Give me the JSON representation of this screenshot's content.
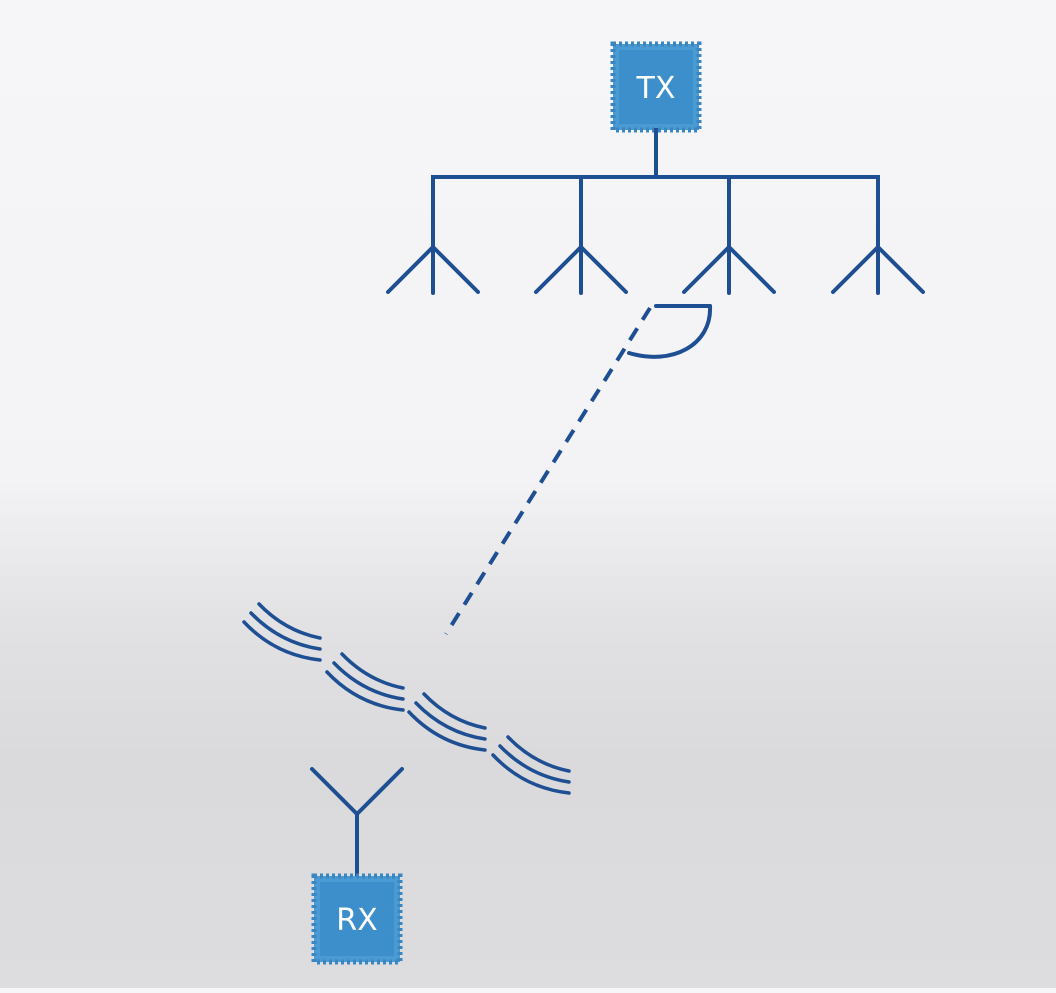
{
  "diagram": {
    "transmitter": {
      "label": "TX",
      "icon": "chip-icon"
    },
    "receiver": {
      "label": "RX",
      "icon": "chip-icon"
    },
    "tx_antenna_count": 4,
    "active_antenna_index": 2,
    "beam": {
      "style": "dashed",
      "from": "tx-antenna-3",
      "to": "wavefronts"
    },
    "wavefront_group_count": 4,
    "colors": {
      "chip_fill": "#3d8fcc",
      "chip_border": "#2f7ab8",
      "line": "#1f4f93",
      "background": "#f4f4f6"
    }
  }
}
